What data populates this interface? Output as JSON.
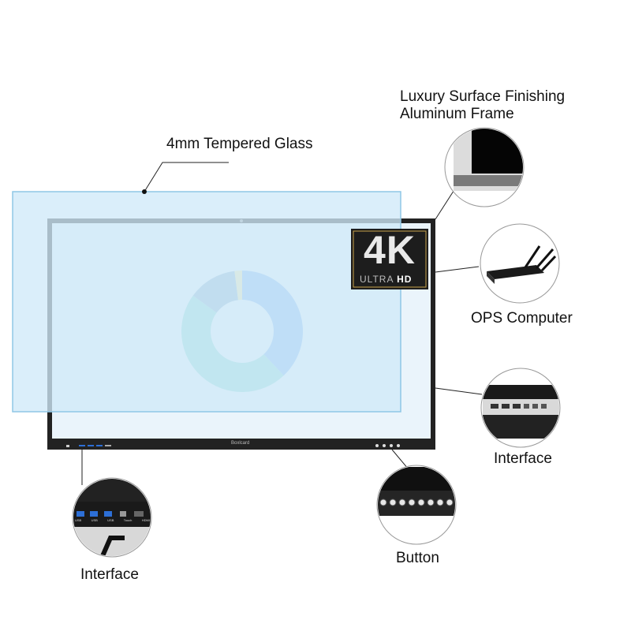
{
  "labels": {
    "glass": "4mm Tempered Glass",
    "frame_line1": "Luxury Surface Finishing",
    "frame_line2": "Aluminum Frame",
    "ops": "OPS Computer",
    "interface_right": "Interface",
    "interface_left": "Interface",
    "button": "Button"
  },
  "badge": {
    "main": "4K",
    "sub_left": "ULTRA",
    "sub_right": "HD"
  },
  "bezel_logo": "Boxlcard",
  "ports": [
    "USB",
    "USB",
    "USB",
    "Touch",
    "HDMI"
  ],
  "colors": {
    "glass": "#cfe9f8",
    "glass_edge": "#8fc7e6",
    "bezel": "#222222",
    "donut_blue": "#86b7f2",
    "donut_green": "#8fdccf",
    "donut_slate": "#8fb1cc",
    "donut_yellow": "#f3e9a5",
    "badge_gold": "#c9a24a"
  },
  "chart_data": {
    "type": "pie",
    "categories": [
      "",
      "",
      "",
      ""
    ],
    "values": [
      38,
      47,
      13,
      2
    ]
  }
}
